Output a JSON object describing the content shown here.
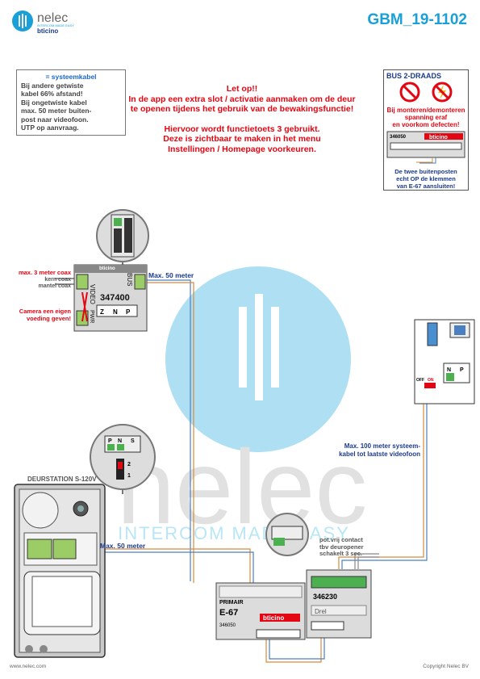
{
  "header": {
    "brand": "nelec",
    "brand_sub": "INTERCOM MADE EASY",
    "brand_partner": "bticino",
    "title": "GBM_19-1102"
  },
  "note_left": {
    "head": "= systeemkabel",
    "body": [
      "Bij andere getwiste",
      "kabel 66% afstand!",
      "Bij ongetwiste kabel",
      "max. 50 meter buiten-",
      "post naar videofoon.",
      "UTP op aanvraag."
    ]
  },
  "note_center": {
    "lines": [
      "Let op!!",
      "In de app een extra slot / activatie aanmaken om de deur",
      "te openen tijdens het gebruik van de bewakingsfunctie!",
      "",
      "Hiervoor wordt functietoets 3 gebruikt.",
      "Deze is zichtbaar te maken in het menu",
      "Instellingen / Homepage voorkeuren."
    ]
  },
  "bus_box": {
    "title": "BUS 2-DRAADS",
    "warning": [
      "Bij monteren/demonteren",
      "spanning eraf",
      "en voorkom defecten!"
    ],
    "module_code": "346050",
    "module_brand": "bticino",
    "footer": [
      "De twee buitenposten",
      "echt OP de klemmen",
      "van E-67 aansluiten!"
    ]
  },
  "module_347400": {
    "code": "347400",
    "brand": "bticino",
    "video": "VIDEO",
    "bus": "BUS",
    "pwr": "PWR",
    "terms": [
      "Z",
      "N",
      "P"
    ]
  },
  "labels_347400": {
    "coax_max": "max. 3 meter coax",
    "kern": "kern coax",
    "mantel": "mantel coax",
    "camera": [
      "Camera een eigen",
      "voeding geven!"
    ],
    "max50_a": "Max. 50 meter"
  },
  "doorstation": {
    "title": "DEURSTATION S-120V",
    "max50_b": "Max. 50 meter"
  },
  "switch_zoom": {
    "terms": [
      "P",
      "N",
      "S"
    ],
    "positions": [
      "2",
      "1"
    ]
  },
  "e67": {
    "code": "346050",
    "name": "E-67",
    "primair": "PRIMAIR",
    "brand": "bticino"
  },
  "relay": {
    "code": "346230",
    "label": "Drel"
  },
  "contact_note": [
    "pot.vrij contact",
    "tbv deuropener",
    "schakelt 3 sec."
  ],
  "monitor_note": [
    "Max. 100 meter systeem-",
    "kabel tot laatste videofoon"
  ],
  "monitor": {
    "terms": [
      "N",
      "P"
    ],
    "switch_off": "OFF",
    "switch_on": "ON"
  },
  "watermark": {
    "text": "nelec",
    "sub": "INTERCOM MADE EASY"
  },
  "footer": {
    "left": "www.nelec.com",
    "right": "Copyright Nelec BV"
  },
  "colors": {
    "accent": "#1aa0d8",
    "warning": "#e30613",
    "navy": "#1a3b8f",
    "wire_orange": "#d98a3a",
    "wire_blue": "#4a7fc1"
  }
}
